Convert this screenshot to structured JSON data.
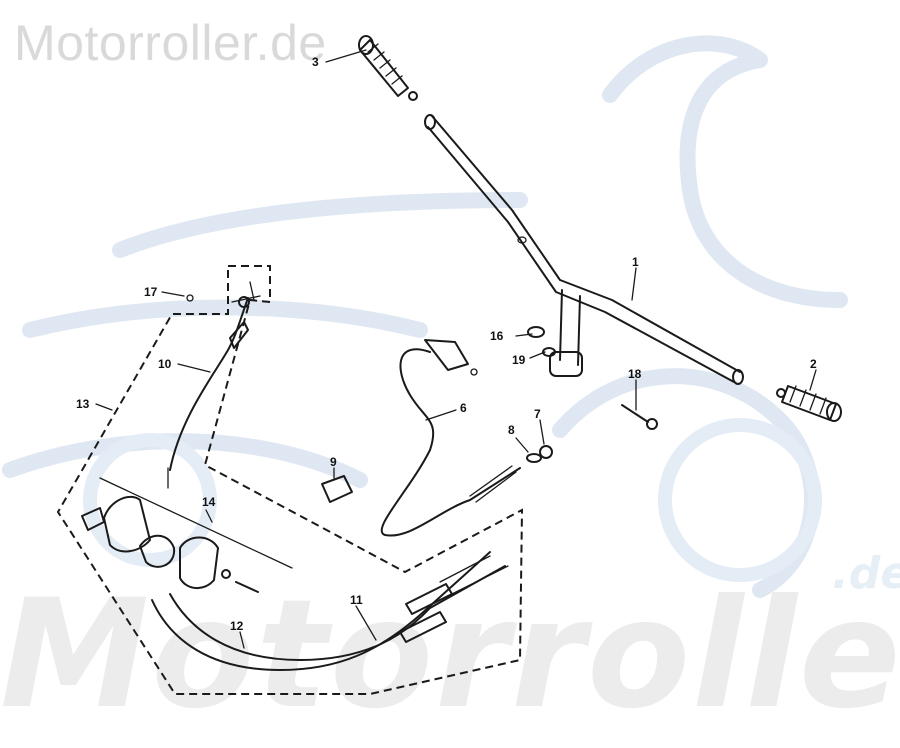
{
  "watermarks": {
    "top": "Motorroller.de",
    "bottom": "Motorroller",
    "bottom_suffix": ".de"
  },
  "parts": {
    "p1": "1",
    "p2": "2",
    "p3": "3",
    "p6": "6",
    "p7": "7",
    "p8": "8",
    "p9": "9",
    "p10": "10",
    "p11": "11",
    "p12": "12",
    "p13": "13",
    "p14": "14",
    "p16": "16",
    "p17": "17",
    "p18": "18",
    "p19": "19"
  },
  "colors": {
    "line": "#1a1a1a",
    "watermark_text": "#d9d9d9",
    "watermark_scooter": "#dfe8f2"
  }
}
